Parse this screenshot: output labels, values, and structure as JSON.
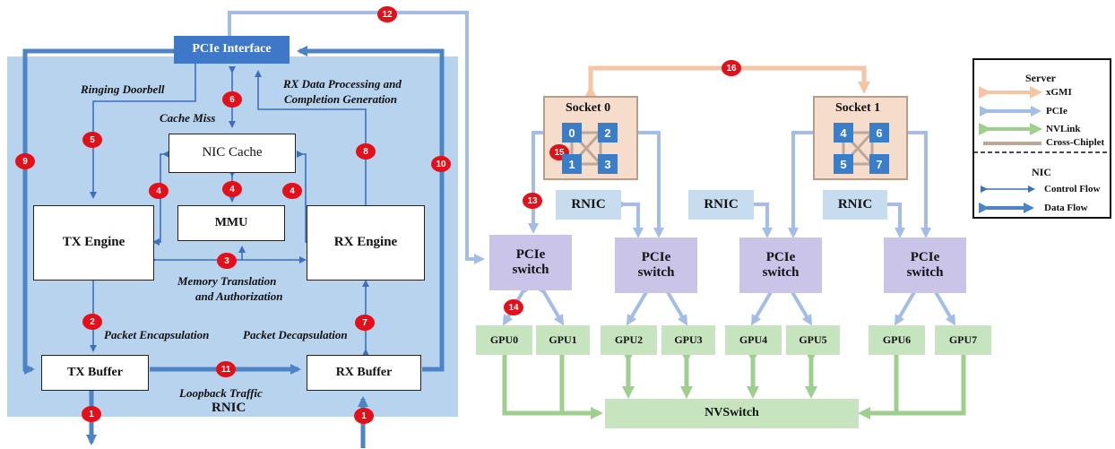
{
  "rnic_panel": {
    "pcie_interface": "PCIe Interface",
    "nic_cache": "NIC Cache",
    "mmu": "MMU",
    "tx_engine": "TX Engine",
    "rx_engine": "RX Engine",
    "tx_buffer": "TX Buffer",
    "rx_buffer": "RX Buffer",
    "panel_label": "RNIC",
    "labels": {
      "ringing_doorbell": "Ringing Doorbell",
      "cache_miss": "Cache Miss",
      "rx_processing_line1": "RX Data Processing and",
      "rx_processing_line2": "Completion Generation",
      "memory_translation_line1": "Memory Translation",
      "memory_translation_line2": "and Authorization",
      "packet_encapsulation": "Packet Encapsulation",
      "packet_decapsulation": "Packet Decapsulation",
      "loopback_traffic": "Loopback Traffic"
    }
  },
  "badges": {
    "b1": "1",
    "b2": "2",
    "b3": "3",
    "b4": "4",
    "b5": "5",
    "b6": "6",
    "b7": "7",
    "b8": "8",
    "b9": "9",
    "b10": "10",
    "b11": "11",
    "b12": "12",
    "b13": "13",
    "b14": "14",
    "b15": "15",
    "b16": "16"
  },
  "server": {
    "socket0": {
      "title": "Socket 0",
      "cores": [
        "0",
        "2",
        "1",
        "3"
      ]
    },
    "socket1": {
      "title": "Socket 1",
      "cores": [
        "4",
        "6",
        "5",
        "7"
      ]
    },
    "rnic": "RNIC",
    "pcie_switch_line1": "PCIe",
    "pcie_switch_line2": "switch",
    "gpus": [
      "GPU0",
      "GPU1",
      "GPU2",
      "GPU3",
      "GPU4",
      "GPU5",
      "GPU6",
      "GPU7"
    ],
    "nvswitch": "NVSwitch"
  },
  "legend": {
    "server_title": "Server",
    "server_items": [
      {
        "label": "xGMI",
        "color": "#f5c6a5"
      },
      {
        "label": "PCIe",
        "color": "#a3bde6"
      },
      {
        "label": "NVLink",
        "color": "#9fcf8f"
      },
      {
        "label": "Cross-Chiplet",
        "color": "#bda79a"
      }
    ],
    "nic_title": "NIC",
    "nic_items": [
      {
        "label": "Control Flow"
      },
      {
        "label": "Data Flow"
      }
    ]
  },
  "colors": {
    "panel_bg": "#b8d3ee",
    "pcie_interface": "#3f78c8",
    "control_flow": "#3c6fbf",
    "data_flow": "#4d84c5",
    "pcie_link": "#a3bde6",
    "xgmi_link": "#f5c6a5",
    "nvlink": "#9fcf8f",
    "badge": "#e3101a"
  }
}
